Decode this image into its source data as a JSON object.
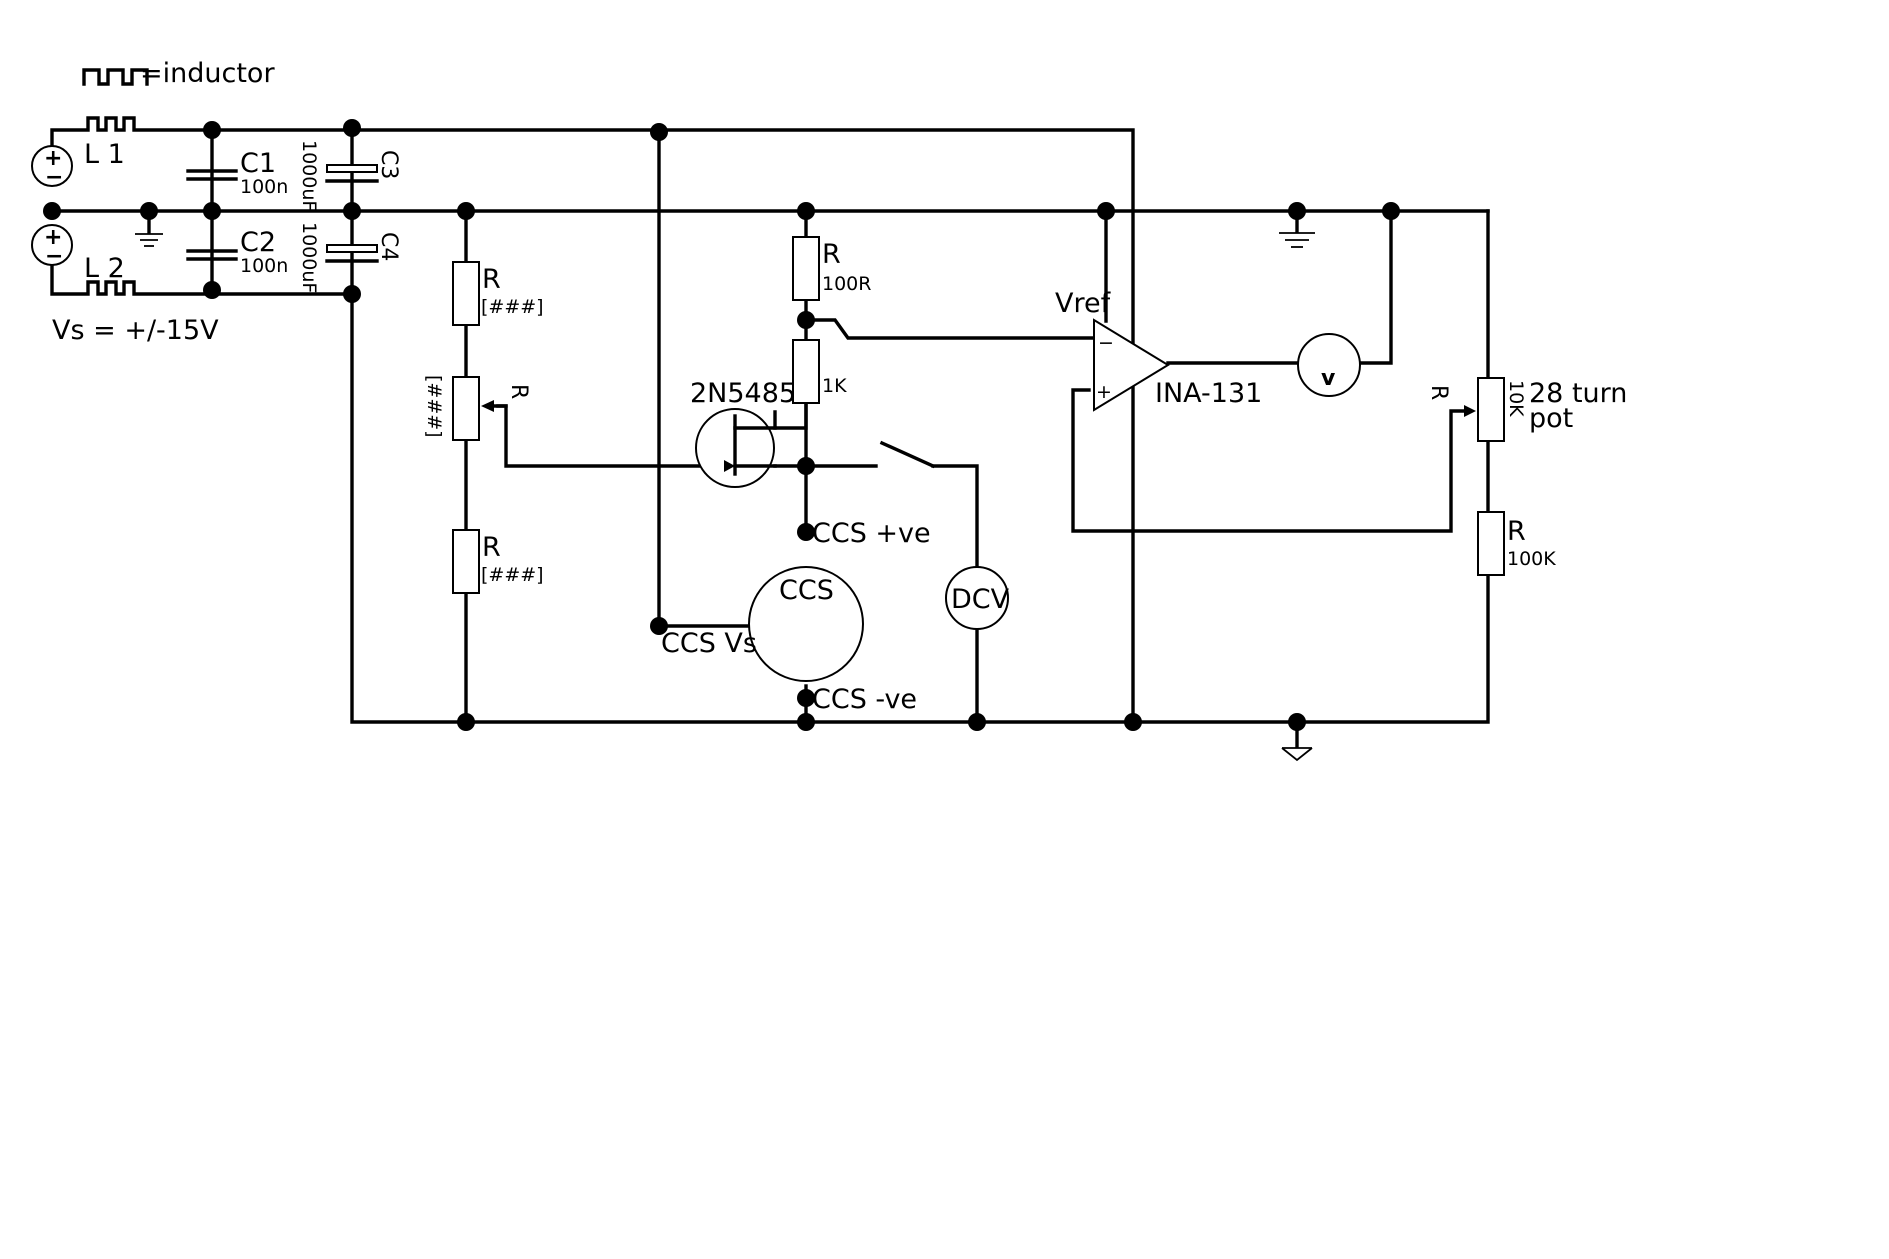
{
  "legend": {
    "inductor_text": "=inductor"
  },
  "supply": {
    "l1": "L 1",
    "l2": "L 2",
    "vs": "Vs = +/-15V"
  },
  "capacitors": {
    "c1_name": "C1",
    "c1_value": "100n",
    "c2_name": "C2",
    "c2_value": "100n",
    "c3_name": "C3",
    "c3_value": "1000uF",
    "c4_name": "C4",
    "c4_value": "1000uF"
  },
  "divider": {
    "r_top_name": "R",
    "r_top_value": "[###]",
    "pot_name": "R",
    "pot_value": "[###]",
    "r_bottom_name": "R",
    "r_bottom_value": "[###]"
  },
  "source_stage": {
    "r1_name": "R",
    "r1_value": "100R",
    "r2_value": "1K",
    "jfet": "2N5485",
    "ccs_pos": "CCS +ve",
    "ccs": "CCS",
    "ccs_vs": "CCS Vs",
    "ccs_neg": "CCS -ve",
    "dcv": "DCV"
  },
  "amplifier": {
    "vref": "Vref",
    "minus": "−",
    "plus": "+",
    "name": "INA-131",
    "meter": "v"
  },
  "adjust": {
    "pot_name": "R",
    "pot_value": "10K",
    "pot_label_1": "28 turn",
    "pot_label_2": "pot",
    "r_name": "R",
    "r_value": "100K"
  }
}
